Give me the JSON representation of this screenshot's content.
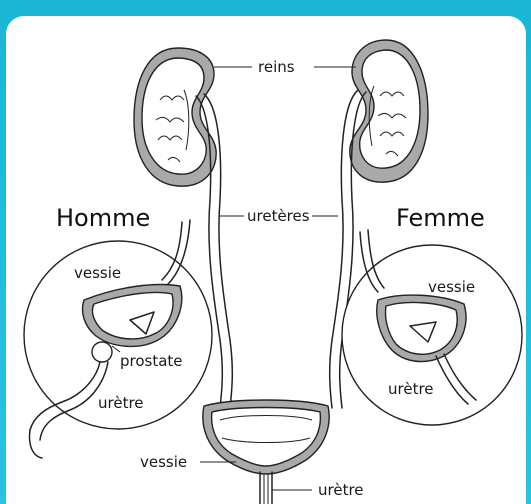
{
  "labels": {
    "kidneys": "reins",
    "ureters": "uretères",
    "man": "Homme",
    "woman": "Femme",
    "bladder_man": "vessie",
    "prostate": "prostate",
    "urethra_man": "urètre",
    "bladder_woman": "vessie",
    "urethra_woman": "urètre",
    "bladder_center": "vessie",
    "urethra_center": "urètre"
  },
  "colors": {
    "background_accent": "#29c3e0",
    "organ_shading": "#a9a9a9",
    "outline": "#222222"
  }
}
